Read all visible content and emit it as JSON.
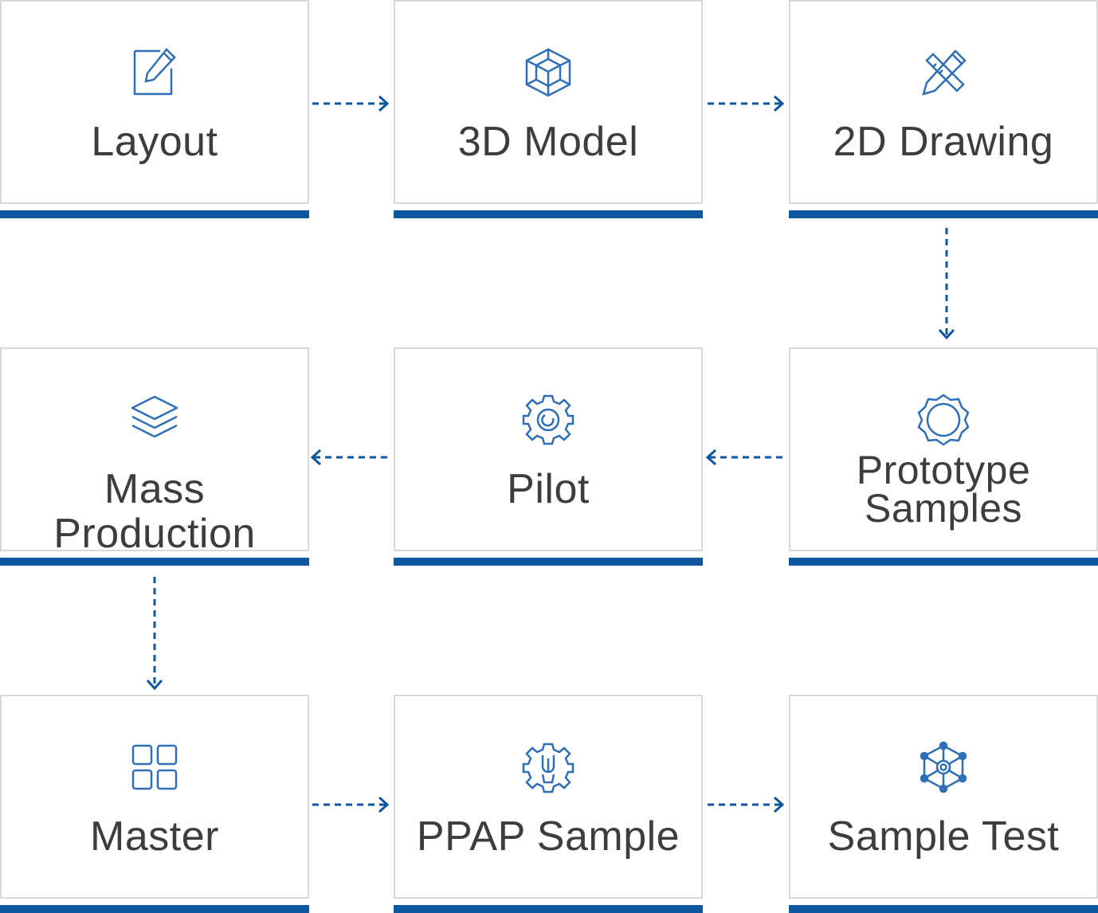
{
  "steps": [
    {
      "id": "layout",
      "label": "Layout",
      "icon": "edit-pencil-icon"
    },
    {
      "id": "3d-model",
      "label": "3D Model",
      "icon": "cube-icon"
    },
    {
      "id": "2d-drawing",
      "label": "2D Drawing",
      "icon": "pencil-ruler-icon"
    },
    {
      "id": "mass-production",
      "label": "Mass Production",
      "icon": "layers-icon"
    },
    {
      "id": "pilot",
      "label": "Pilot",
      "icon": "gear-icon"
    },
    {
      "id": "prototype-samples",
      "label_line1": "Prototype",
      "label_line2": "Samples",
      "icon": "ring-gear-icon"
    },
    {
      "id": "master",
      "label": "Master",
      "icon": "grid-icon"
    },
    {
      "id": "ppap-sample",
      "label": "PPAP Sample",
      "icon": "wrench-gear-icon"
    },
    {
      "id": "sample-test",
      "label": "Sample Test",
      "icon": "network-hexagon-icon"
    }
  ],
  "colors": {
    "accent": "#0f56a0",
    "icon": "#2f6fb6",
    "border": "#d9d9d9",
    "text": "#3d3d3d"
  }
}
